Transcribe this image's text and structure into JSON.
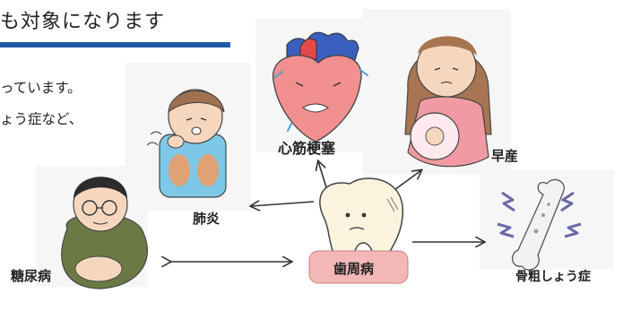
{
  "heading": {
    "text": "も対象になります"
  },
  "body": {
    "line1": "っています。",
    "line2": "ょう症など、"
  },
  "labels": {
    "periodontal": "歯周病",
    "heart": "心筋梗塞",
    "preterm": "早産",
    "pneumonia": "肺炎",
    "diabetes": "糖尿病",
    "osteoporosis": "骨粗しょう症"
  },
  "colors": {
    "accent": "#1f5aa6",
    "tooth_label_bg": "#f4b7b7",
    "heart_red": "#e24a4a",
    "skin": "#f6d7be"
  }
}
